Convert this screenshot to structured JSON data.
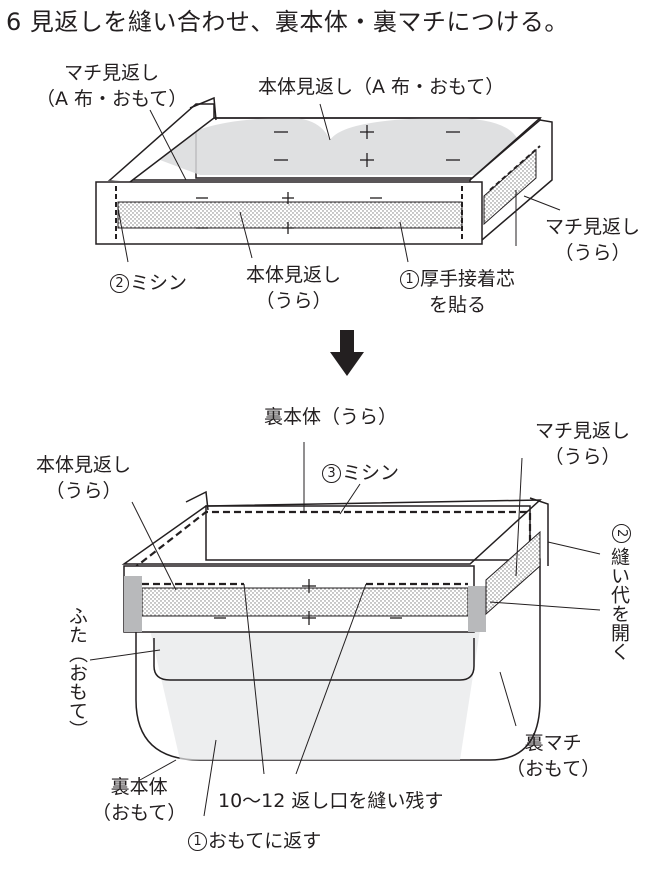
{
  "title": "6 見返しを縫い合わせ、裏本体・裏マチにつける。",
  "top": {
    "machi_facing_front": [
      "マチ見返し",
      "（A 布・おもて）"
    ],
    "body_facing_front": "本体見返し（A 布・おもて）",
    "machi_facing_back": [
      "マチ見返し",
      "（うら）"
    ],
    "sewing": "ミシン",
    "sewing_num": "2",
    "body_facing_back": [
      "本体見返し",
      "（うら）"
    ],
    "interfacing": [
      "厚手接着芯",
      "を貼る"
    ],
    "interfacing_num": "1"
  },
  "bottom": {
    "back_body_back": "裏本体（うら）",
    "machi_facing_back": [
      "マチ見返し",
      "（うら）"
    ],
    "body_facing_back": [
      "本体見返し",
      "（うら）"
    ],
    "sewing": "ミシン",
    "sewing_num": "3",
    "open_seam": "縫い代を開く",
    "open_seam_num": "2",
    "lid_front": "ふた（おもて）",
    "back_machi_front": [
      "裏マチ",
      "（おもて）"
    ],
    "back_body_front": [
      "裏本体",
      "（おもて）"
    ],
    "return_opening": "10〜12 返し口を縫い残す",
    "turn_out": "おもてに返す",
    "turn_out_num": "1"
  },
  "colors": {
    "ink": "#231f20",
    "shade": "#d9dadc",
    "dot": "#7a7a7a"
  }
}
